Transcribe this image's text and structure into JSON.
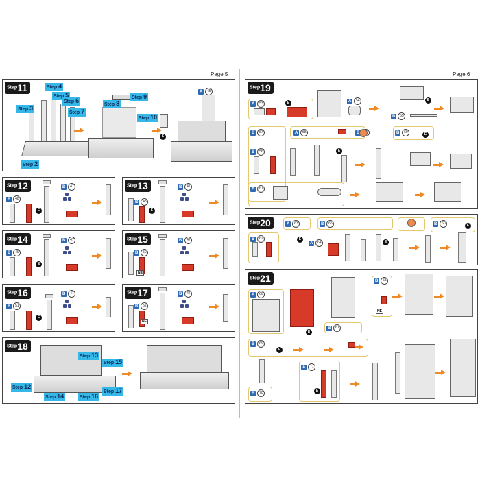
{
  "pages": {
    "left": "Page 5",
    "right": "Page 6"
  },
  "step_word": "Step",
  "steps": {
    "s11": "11",
    "s12": "12",
    "s13": "13",
    "s14": "14",
    "s15": "15",
    "s16": "16",
    "s17": "17",
    "s18": "18",
    "s19": "19",
    "s20": "20",
    "s21": "21"
  },
  "callout_steps": [
    "2",
    "3",
    "4",
    "5",
    "6",
    "7",
    "8",
    "9",
    "10"
  ],
  "step18_callouts": [
    "12",
    "13",
    "14",
    "15",
    "16",
    "17"
  ],
  "parts": {
    "a45": "45",
    "b47": "47",
    "b48": "48",
    "b49": "49",
    "b50": "50",
    "b51": "51",
    "b52": "52",
    "a53": "53",
    "a54": "54",
    "b55": "55",
    "b56": "56",
    "b57": "57",
    "a58": "58",
    "b59": "59",
    "b60": "60",
    "a61": "61",
    "b62": "62",
    "a63": "63",
    "a64": "64",
    "b65": "65",
    "a66": "66",
    "b67": "67",
    "b68": "68",
    "b69": "69",
    "b70": "70",
    "a71": "71"
  },
  "letters": {
    "a": "A",
    "b": "B"
  },
  "e_mark": "E",
  "ne_mark": "NE",
  "colors": {
    "blue_tag": "#2f6bb5",
    "callout_blue": "#35b7e8",
    "arrow": "#f08a24",
    "red_part": "#d23a2a",
    "yellow_outline": "#e3c870"
  }
}
